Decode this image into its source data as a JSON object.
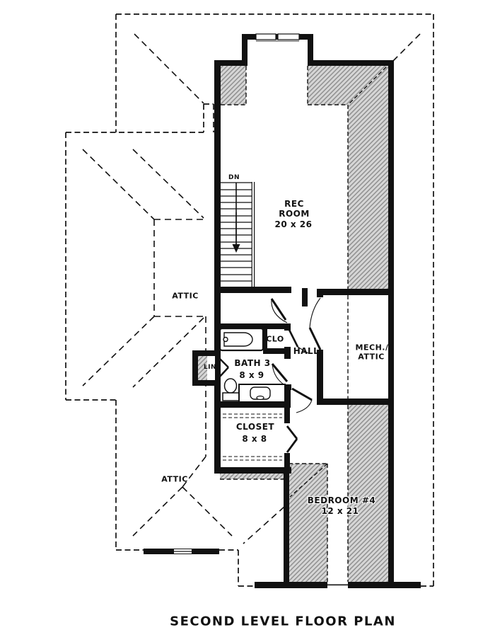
{
  "title": "SECOND LEVEL FLOOR PLAN",
  "stairs": {
    "direction_label": "DN"
  },
  "rooms": {
    "rec_room": {
      "line1": "REC",
      "line2": "ROOM",
      "dims": "20 x 26"
    },
    "attic_upper": {
      "name": "ATTIC"
    },
    "attic_lower": {
      "name": "ATTIC"
    },
    "mech_attic": {
      "line1": "MECH./",
      "line2": "ATTIC"
    },
    "hall": {
      "name": "HALL"
    },
    "clo": {
      "name": "CLO"
    },
    "lin": {
      "name": "LIN"
    },
    "bath3": {
      "line1": "BATH 3",
      "dims": "8 x 9"
    },
    "closet": {
      "line1": "CLOSET",
      "dims": "8 x 8"
    },
    "bedroom4": {
      "line1": "BEDROOM #4",
      "dims": "12 x 21"
    }
  },
  "colors": {
    "line": "#111111",
    "hatch_line": "#8c8c8c",
    "hatch_fill": "#d6d6d6",
    "background": "#ffffff"
  }
}
